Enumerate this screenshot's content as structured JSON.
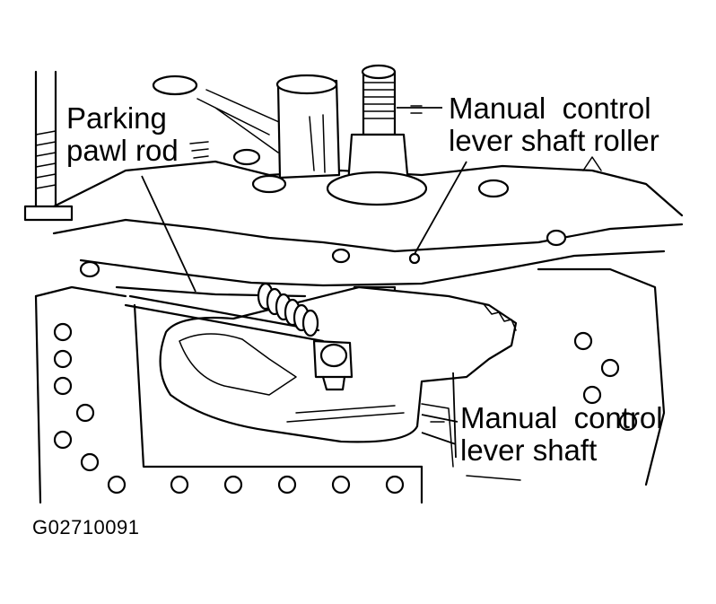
{
  "labels": {
    "parking_pawl_rod": [
      "Parking",
      "pawl rod"
    ],
    "manual_control_lever_shaft_roller": [
      "Manual  control",
      "lever shaft roller"
    ],
    "manual_control_lever_shaft": [
      "Manual  control",
      "lever shaft"
    ]
  },
  "figure_id": "G02710091",
  "colors": {
    "ink": "#000000",
    "paper": "#ffffff"
  }
}
